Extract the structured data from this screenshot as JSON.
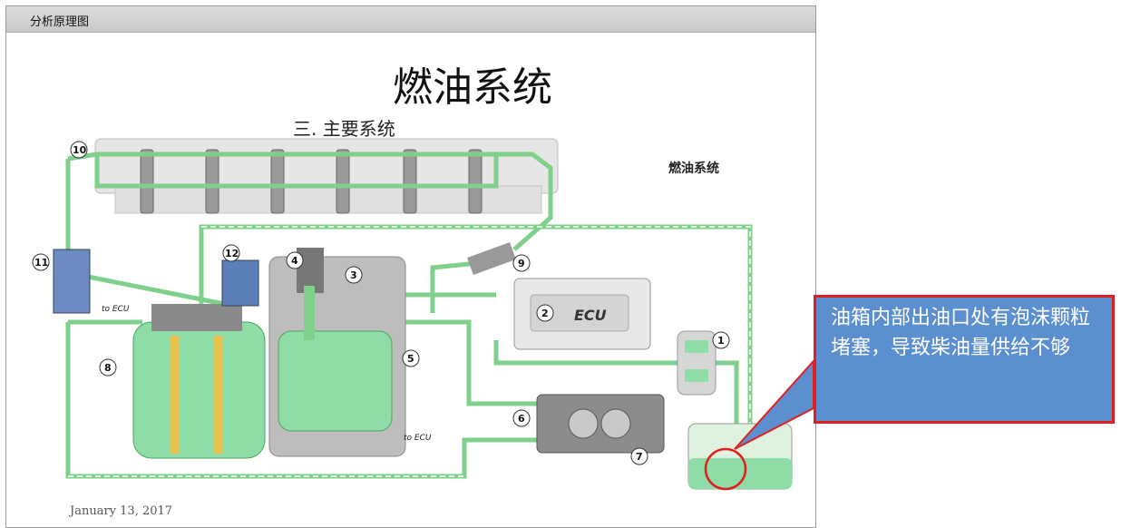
{
  "window": {
    "title": "分析原理图"
  },
  "slide": {
    "title": "燃油系统",
    "subtitle": "三. 主要系统",
    "side_label": "燃油系统",
    "date": "January 13, 2017"
  },
  "diagram": {
    "numbers": [
      "1",
      "2",
      "3",
      "4",
      "5",
      "6",
      "7",
      "8",
      "9",
      "10",
      "11",
      "12"
    ],
    "ecu_label": "ECU",
    "to_ecu_1": "to ECU",
    "to_ecu_2": "to ECU"
  },
  "callout": {
    "text": "油箱内部出油口处有泡沫颗粒堵塞，导致柴油量供给不够"
  },
  "colors": {
    "fuel_line": "#7ed08a",
    "fuel_line_dark": "#4aa55a",
    "callout_fill": "#5b8fd0",
    "callout_border": "#e02020",
    "filter_green": "#7fd9a0",
    "engine_block": "#d8d8d8"
  }
}
